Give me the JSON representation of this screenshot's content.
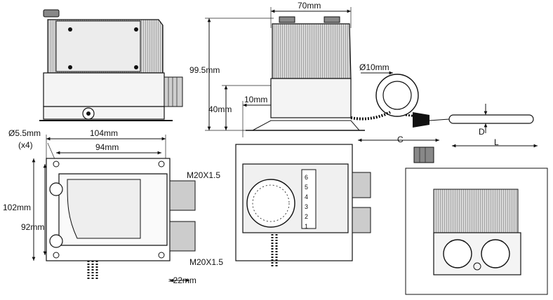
{
  "dimensions": {
    "width_top": "70mm",
    "height_total": "99.5mm",
    "height_base": "40mm",
    "offset": "10mm",
    "probe_diameter": "Ø10mm",
    "hole_diameter": "Ø5.5mm",
    "hole_count": "(x4)",
    "width_overall": "104mm",
    "hole_spacing_x": "94mm",
    "height_overall": "102mm",
    "hole_spacing_y": "92mm",
    "gland_top": "M20X1.5",
    "gland_bottom": "M20X1.5",
    "gland_depth": "≈22mm",
    "cable_c": "C",
    "probe_d": "D",
    "probe_l": "L"
  },
  "terminals": [
    "6",
    "5",
    "4",
    "3",
    "2",
    "1"
  ]
}
